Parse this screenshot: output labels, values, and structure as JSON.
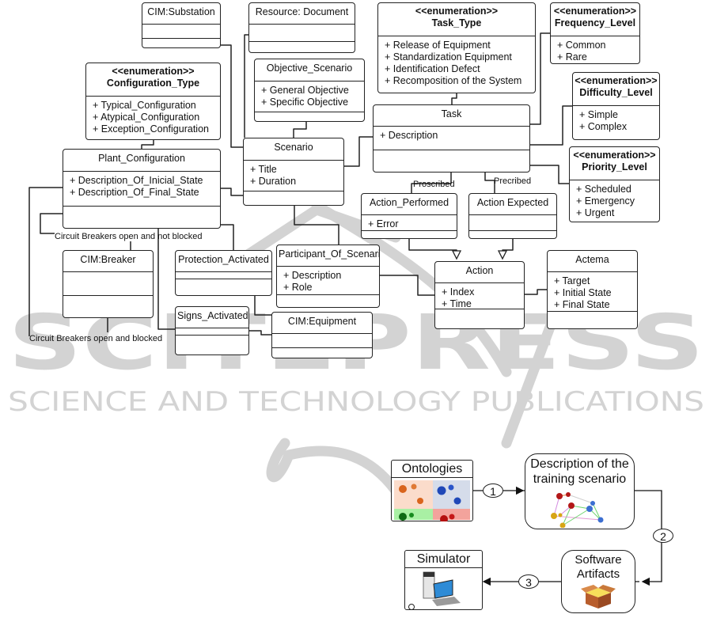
{
  "figure": {
    "watermark": {
      "brand": "SCITEPRESS",
      "tagline": "SCIENCE AND TECHNOLOGY PUBLICATIONS",
      "color": "#d0d0d0"
    },
    "uml_classes": [
      {
        "id": "cim-substation",
        "name": "CIM:Substation",
        "stereotype": null,
        "attributes": []
      },
      {
        "id": "resource-document",
        "name": "Resource: Document",
        "stereotype": null,
        "attributes": []
      },
      {
        "id": "task-type",
        "name": "Task_Type",
        "stereotype": "<<enumeration>>",
        "attributes": [
          "+ Release of Equipment",
          "+ Standardization Equipment",
          "+ Identification Defect",
          "+ Recomposition of the System"
        ]
      },
      {
        "id": "frequency-level",
        "name": "Frequency_Level",
        "stereotype": "<<enumeration>>",
        "attributes": [
          "+ Common",
          "+ Rare"
        ]
      },
      {
        "id": "configuration-type",
        "name": "Configuration_Type",
        "stereotype": "<<enumeration>>",
        "attributes": [
          "+ Typical_Configuration",
          "+ Atypical_Configuration",
          "+ Exception_Configuration"
        ]
      },
      {
        "id": "objective-scenario",
        "name": "Objective_Scenario",
        "stereotype": null,
        "attributes": [
          "+ General Objective",
          "+ Specific Objective"
        ]
      },
      {
        "id": "difficulty-level",
        "name": "Difficulty_Level",
        "stereotype": "<<enumeration>>",
        "attributes": [
          "+ Simple",
          "+ Complex"
        ]
      },
      {
        "id": "task",
        "name": "Task",
        "stereotype": null,
        "attributes": [
          "+ Description"
        ]
      },
      {
        "id": "plant-configuration",
        "name": "Plant_Configuration",
        "stereotype": null,
        "attributes": [
          "+ Description_Of_Inicial_State",
          "+ Description_Of_Final_State"
        ]
      },
      {
        "id": "scenario",
        "name": "Scenario",
        "stereotype": null,
        "attributes": [
          "+ Title",
          "+ Duration"
        ]
      },
      {
        "id": "priority-level",
        "name": "Priority_Level",
        "stereotype": "<<enumeration>>",
        "attributes": [
          "+ Scheduled",
          "+ Emergency",
          "+ Urgent"
        ]
      },
      {
        "id": "action-performed",
        "name": "Action_Performed",
        "stereotype": null,
        "attributes": [
          "+ Error"
        ]
      },
      {
        "id": "action-expected",
        "name": "Action Expected",
        "stereotype": null,
        "attributes": []
      },
      {
        "id": "cim-breaker",
        "name": "CIM:Breaker",
        "stereotype": null,
        "attributes": []
      },
      {
        "id": "protection-activated",
        "name": "Protection_Activated",
        "stereotype": null,
        "attributes": []
      },
      {
        "id": "participant-of-scenario",
        "name": "Participant_Of_Scenario",
        "stereotype": null,
        "attributes": [
          "+ Description",
          "+ Role"
        ]
      },
      {
        "id": "action",
        "name": "Action",
        "stereotype": null,
        "attributes": [
          "+ Index",
          "+ Time"
        ]
      },
      {
        "id": "actema",
        "name": "Actema",
        "stereotype": null,
        "attributes": [
          "+ Target",
          "+ Initial State",
          "+ Final State"
        ]
      },
      {
        "id": "signs-activated",
        "name": "Signs_Activated",
        "stereotype": null,
        "attributes": []
      },
      {
        "id": "cim-equipment",
        "name": "CIM:Equipment",
        "stereotype": null,
        "attributes": []
      }
    ],
    "edge_labels": {
      "proscribed": "Proscribed",
      "precribed": "Precribed",
      "breakers_not_blocked": "Circuit Breakers open and not blocked",
      "breakers_blocked": "Circuit Breakers open and blocked"
    },
    "flow": {
      "nodes": [
        {
          "id": "ontologies",
          "title": "Ontologies",
          "icon": "ontology-clusters-icon"
        },
        {
          "id": "description",
          "title": "Description of the training scenario",
          "icon": "network-graph-icon"
        },
        {
          "id": "software",
          "title": "Software Artifacts",
          "icon": "package-box-icon"
        },
        {
          "id": "simulator",
          "title": "Simulator",
          "icon": "desktop-computer-icon"
        }
      ],
      "steps": [
        "1",
        "2",
        "3"
      ]
    }
  }
}
